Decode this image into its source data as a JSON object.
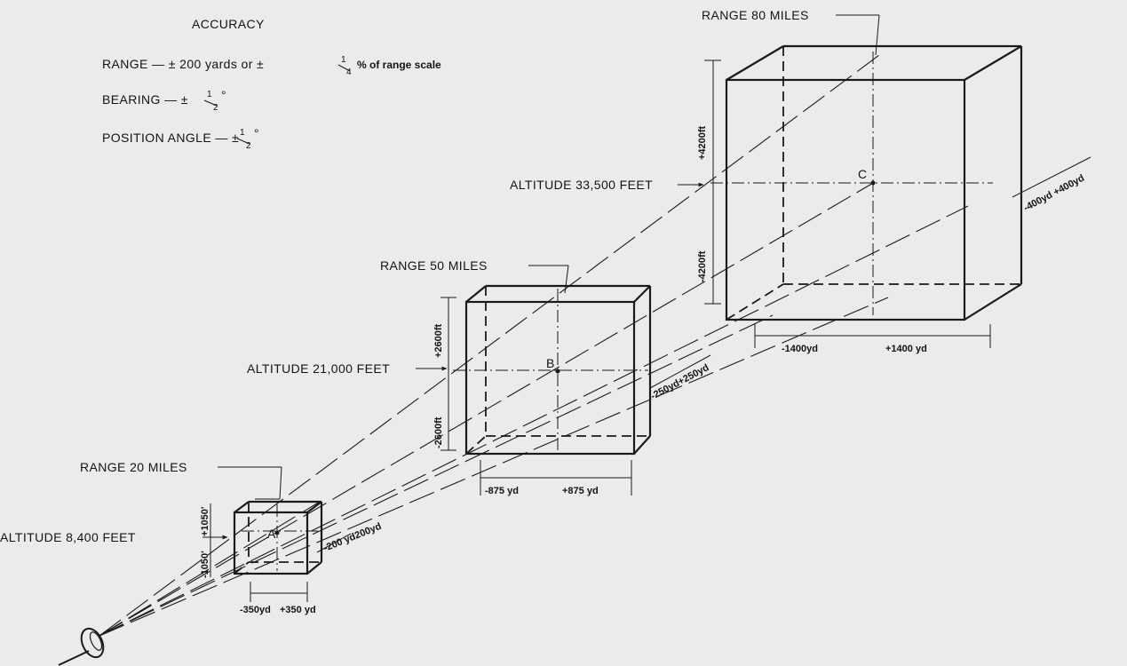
{
  "accuracy": {
    "title": "ACCURACY",
    "range_prefix": "RANGE — ± 200 yards or ±",
    "range_frac_num": "1",
    "range_frac_den": "4",
    "range_suffix": "% of range scale",
    "bearing_prefix": "BEARING — ±",
    "bearing_frac_num": "1",
    "bearing_frac_den": "2",
    "bearing_deg": "°",
    "position_prefix": "POSITION ANGLE — ±",
    "position_frac_num": "1",
    "position_frac_den": "2",
    "position_deg": "°"
  },
  "boxes": {
    "near": {
      "range": "RANGE 20 MILES",
      "altitude": "ALTITUDE 8,400 FEET",
      "point": "A",
      "height_up": "+1050'",
      "height_down": "-1050'",
      "width_left": "-350yd",
      "width_right": "+350 yd",
      "depth_label": "-200 yd200yd"
    },
    "mid": {
      "range": "RANGE 50 MILES",
      "altitude": "ALTITUDE 21,000 FEET",
      "point": "B",
      "height_up": "+2600ft",
      "height_down": "-2600ft",
      "width_left": "-875 yd",
      "width_right": "+875 yd",
      "depth_label": "-250yd+250yd"
    },
    "far": {
      "range": "RANGE 80 MILES",
      "altitude": "ALTITUDE 33,500 FEET",
      "point": "C",
      "height_up": "+4200ft",
      "height_down": "-4200ft",
      "width_left": "-1400yd",
      "width_right": "+1400 yd",
      "depth_label": "-400yd +400yd"
    }
  },
  "colors": {
    "ink": "#1a1a1a",
    "paper": "#ebebeb"
  },
  "icons": {
    "radar": "radar-antenna-icon"
  }
}
